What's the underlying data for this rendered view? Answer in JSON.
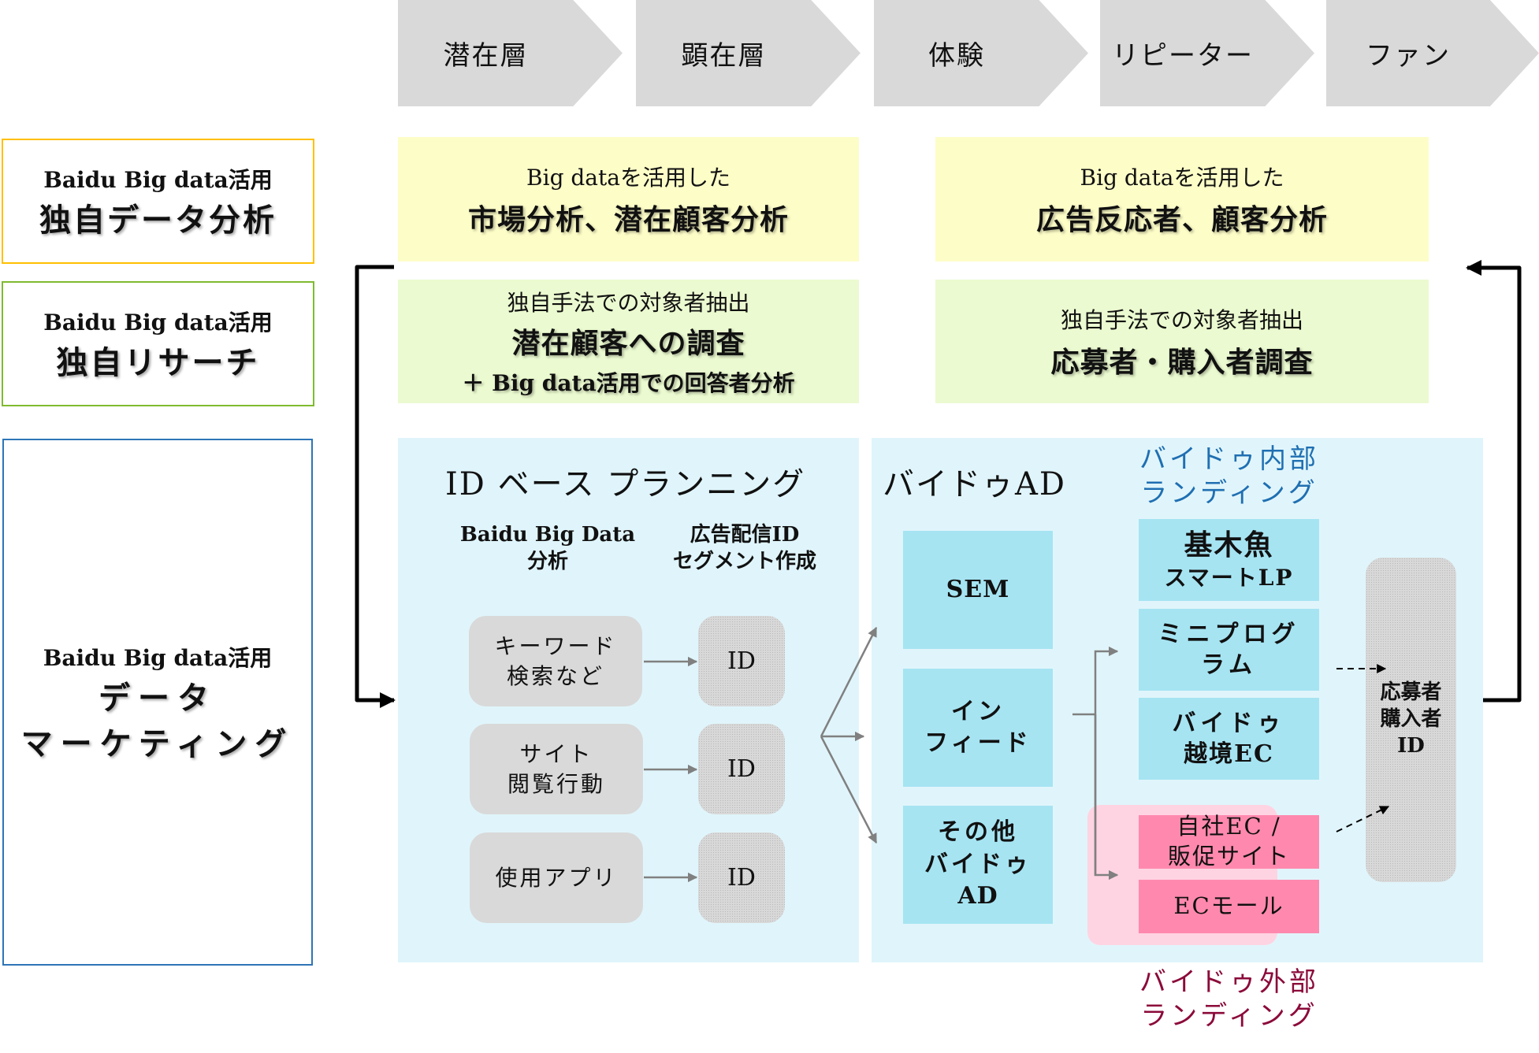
{
  "stages": [
    "潜在層",
    "顕在層",
    "体験",
    "リピーター",
    "ファン"
  ],
  "side_labels": [
    {
      "sub": "Baidu Big data活用",
      "main": "独自データ分析",
      "border_color": "#ffc000"
    },
    {
      "sub": "Baidu Big data活用",
      "main": "独自リサーチ",
      "border_color": "#7fba2f"
    },
    {
      "sub": "Baidu Big data活用",
      "main_line1": "データ",
      "main_line2": "マーケティング",
      "border_color": "#2e75b6"
    }
  ],
  "analysis_panels": {
    "left": {
      "sub": "Big dataを活用した",
      "main": "市場分析、潜在顧客分析"
    },
    "right": {
      "sub": "Big dataを活用した",
      "main": "広告反応者、顧客分析"
    }
  },
  "research_panels": {
    "left": {
      "sub": "独自手法での対象者抽出",
      "main": "潜在顧客への調査",
      "extra": "＋ Big data活用での回答者分析"
    },
    "right": {
      "sub": "独自手法での対象者抽出",
      "main": "応募者・購入者調査"
    }
  },
  "id_planning": {
    "title": "ID ベース プランニング",
    "col1_line1": "Baidu Big Data",
    "col1_line2": "分析",
    "col2_line1": "広告配信ID",
    "col2_line2": "セグメント作成",
    "sources": [
      {
        "line1": "キーワード",
        "line2": "検索など"
      },
      {
        "line1": "サイト",
        "line2": "閲覧行動"
      },
      {
        "line1": "使用アプリ",
        "line2": ""
      }
    ],
    "id_label": "ID"
  },
  "baidu_ad": {
    "title": "バイドゥAD",
    "ads": [
      {
        "line1": "SEM",
        "line2": "",
        "line3": ""
      },
      {
        "line1": "イン",
        "line2": "フィード",
        "line3": ""
      },
      {
        "line1": "その他",
        "line2": "バイドゥ",
        "line3": "AD"
      }
    ]
  },
  "internal_landing": {
    "title_line1": "バイドゥ内部",
    "title_line2": "ランディング",
    "color": "#1f6fb2",
    "items": [
      {
        "line1": "基木魚",
        "line2": "スマートLP"
      },
      {
        "line1": "ミニプログ",
        "line2": "ラム"
      },
      {
        "line1": "バイドゥ",
        "line2": "越境EC"
      }
    ]
  },
  "external_landing": {
    "title_line1": "バイドゥ外部",
    "title_line2": "ランディング",
    "color": "#8b0a3a",
    "items": [
      {
        "line1": "自社EC /",
        "line2": "販促サイト"
      },
      {
        "line1": "ECモール",
        "line2": ""
      }
    ]
  },
  "result_id": {
    "line1": "応募者",
    "line2": "購入者",
    "line3": "ID"
  },
  "colors": {
    "chevron": "#d9d9d9",
    "analysis_bg": "#fdfdc8",
    "research_bg": "#ebfad0",
    "planning_bg": "#e0f5fb",
    "ad_box": "#a6e4f2",
    "external_bg": "#ffd4e2",
    "external_box": "#ff89ae"
  }
}
